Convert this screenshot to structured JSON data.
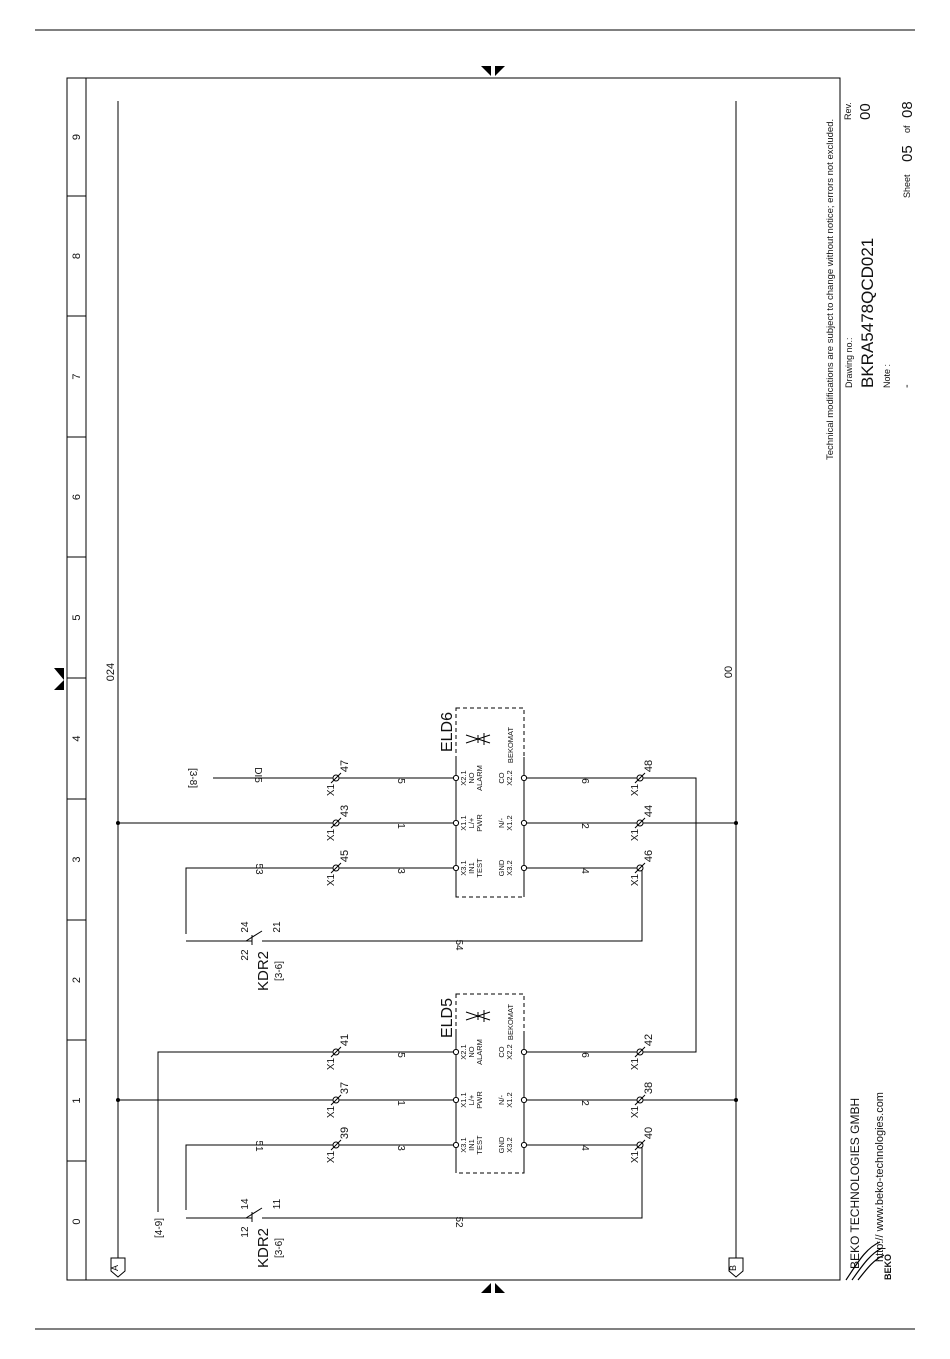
{
  "ruler_numbers": [
    "0",
    "1",
    "2",
    "3",
    "4",
    "5",
    "6",
    "7",
    "8",
    "9"
  ],
  "sheet_refs": {
    "start_ref": "A",
    "end_ref": "B",
    "left_ref": "[4-9]",
    "right_ref": "[3-8]",
    "di5": "DI5"
  },
  "rails": {
    "plus": "024",
    "minus": "00"
  },
  "detectors": [
    {
      "name": "ELD5",
      "brand": "BEKOMAT",
      "top_terms": [
        [
          "X3.1",
          "IN1",
          "TEST"
        ],
        [
          "X1.1",
          "L/+",
          "PWR"
        ],
        [
          "X2.1",
          "NO",
          "ALARM"
        ]
      ],
      "bottom_terms": [
        [
          "GND",
          "X3.2"
        ],
        [
          "N/-",
          "X1.2"
        ],
        [
          "CO",
          "X2.2"
        ]
      ]
    },
    {
      "name": "ELD6",
      "brand": "BEKOMAT",
      "top_terms": [
        [
          "X3.1",
          "IN1",
          "TEST"
        ],
        [
          "X1.1",
          "L/+",
          "PWR"
        ],
        [
          "X2.1",
          "NO",
          "ALARM"
        ]
      ],
      "bottom_terms": [
        [
          "GND",
          "X3.2"
        ],
        [
          "N/-",
          "X1.2"
        ],
        [
          "CO",
          "X2.2"
        ]
      ]
    }
  ],
  "terminals": {
    "strip": "X1",
    "top_a": [
      "39",
      "37",
      "41"
    ],
    "bottom_a": [
      "40",
      "38",
      "42"
    ],
    "top_b": [
      "45",
      "43",
      "47"
    ],
    "bottom_b": [
      "46",
      "44",
      "48"
    ]
  },
  "wires": {
    "a_top": [
      "3",
      "1",
      "5"
    ],
    "a_bottom": [
      "4",
      "2",
      "6"
    ],
    "b_top": [
      "3",
      "1",
      "5"
    ],
    "b_bottom": [
      "4",
      "2",
      "6"
    ],
    "w51": "51",
    "w52": "52",
    "w53": "53",
    "w54": "54"
  },
  "relays": [
    {
      "name": "KDR2",
      "ref": "[3-6]",
      "pin_a": "12",
      "pin_b": "14",
      "pin_c": "11"
    },
    {
      "name": "KDR2",
      "ref": "[3-6]",
      "pin_a": "22",
      "pin_b": "24",
      "pin_c": "21"
    }
  ],
  "title_block": {
    "company": "BEKO TECHNOLOGIES GMBH",
    "url": "http:// www.beko-technologies.com",
    "disclaimer": "Technical modifications are subject to change without notice; errors not excluded.",
    "drawing_label": "Drawing no.:",
    "drawing_no": "BKRA5478QCD021",
    "note_label": "Note :",
    "note_value": "-",
    "rev_label": "Rev.",
    "rev_value": "00",
    "sheet_label": "Sheet",
    "sheet_value": "05",
    "of_label": "of",
    "sheet_total": "08",
    "logo_text": "BEKO"
  }
}
